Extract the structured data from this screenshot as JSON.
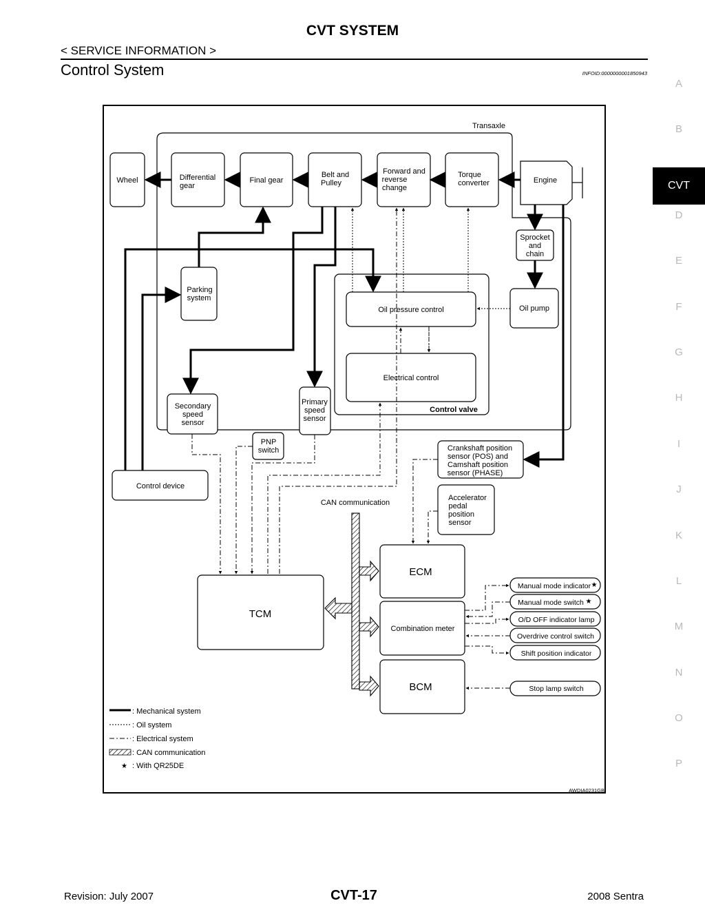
{
  "header": {
    "title": "CVT SYSTEM",
    "section": "< SERVICE INFORMATION >",
    "heading": "Control System",
    "infoid": "INFOID:0000000001850943"
  },
  "side_tabs": [
    "A",
    "B",
    "CVT",
    "D",
    "E",
    "F",
    "G",
    "H",
    "I",
    "J",
    "K",
    "L",
    "M",
    "N",
    "O",
    "P"
  ],
  "active_tab": "CVT",
  "diagram": {
    "transaxle_label": "Transaxle",
    "boxes": {
      "wheel": "Wheel",
      "differential_1": "Differential",
      "differential_2": "gear",
      "final_gear": "Final gear",
      "belt_1": "Belt and",
      "belt_2": "Pulley",
      "forward_1": "Forward and",
      "forward_2": "reverse",
      "forward_3": "change",
      "torque_1": "Torque",
      "torque_2": "converter",
      "engine": "Engine",
      "sprocket_1": "Sprocket",
      "sprocket_2": "and",
      "sprocket_3": "chain",
      "parking_1": "Parking",
      "parking_2": "system",
      "oil_pressure_control": "Oil pressure control",
      "oil_pump": "Oil pump",
      "electrical_control": "Electrical control",
      "control_valve": "Control valve",
      "secondary_1": "Secondary",
      "secondary_2": "speed",
      "secondary_3": "sensor",
      "primary_1": "Primary",
      "primary_2": "speed",
      "primary_3": "sensor",
      "pnp_1": "PNP",
      "pnp_2": "switch",
      "control_device": "Control device",
      "crank_1": "Crankshaft position",
      "crank_2": "sensor (POS) and",
      "crank_3": "Camshaft position",
      "crank_4": "sensor (PHASE)",
      "accel_1": "Accelerator",
      "accel_2": "pedal",
      "accel_3": "position",
      "accel_4": "sensor",
      "can_label": "CAN communication",
      "tcm": "TCM",
      "ecm": "ECM",
      "combination_meter": "Combination meter",
      "bcm": "BCM"
    },
    "pills": [
      "Manual mode indicator",
      "Manual mode switch",
      "O/D OFF indicator lamp",
      "Overdrive control switch",
      "Shift position indicator",
      "Stop lamp switch"
    ],
    "star": "★",
    "legend": [
      {
        "label": ": Mechanical system"
      },
      {
        "label": ": Oil system"
      },
      {
        "label": ": Electrical system"
      },
      {
        "label": ": CAN communication"
      },
      {
        "label": ": With QR25DE"
      }
    ],
    "figure_id": "AWDIA0231GB"
  },
  "footer": {
    "revision": "Revision: July 2007",
    "page": "CVT-17",
    "model": "2008 Sentra"
  }
}
